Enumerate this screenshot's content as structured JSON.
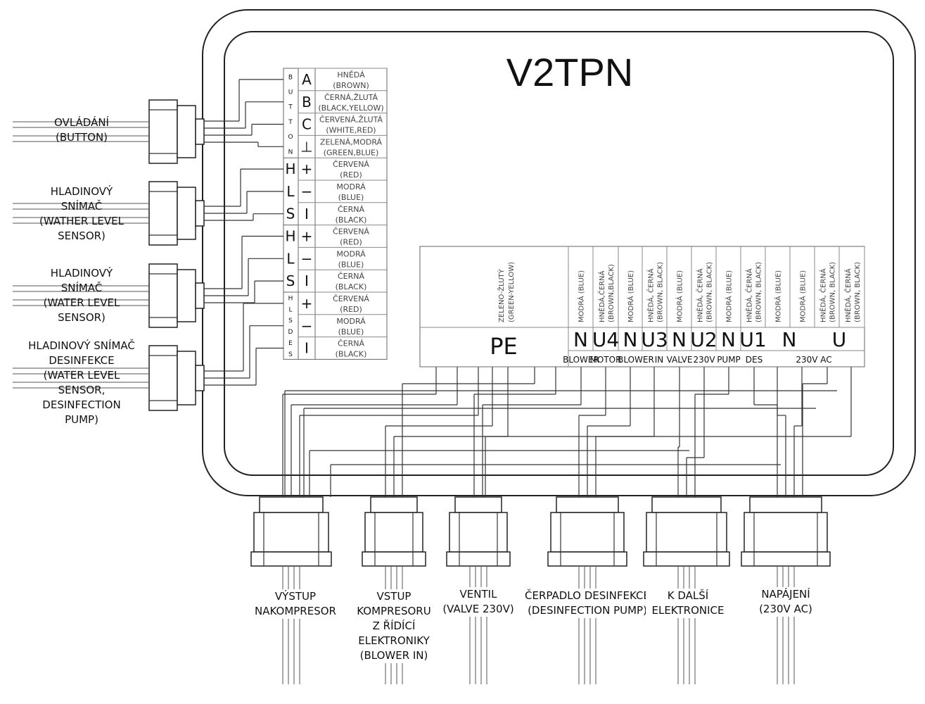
{
  "title": "V2TPN",
  "connectors_left": [
    {
      "label": "OVLÁDÁNÍ\n(BUTTON)"
    },
    {
      "label": "HLADINOVÝ\nSNÍMAČ\n(WATHER LEVEL\nSENSOR)"
    },
    {
      "label": "HLADINOVÝ\nSNÍMAČ\n(WATER LEVEL\nSENSOR)"
    },
    {
      "label": "HLADINOVÝ SNÍMAČ\nDESINFEKCE\n(WATER LEVEL\nSENSOR,\nDESINFECTION\nPUMP)"
    }
  ],
  "group_labels": [
    {
      "text": "BUTTON",
      "rows": [
        0,
        3
      ]
    },
    {
      "text": "HLS",
      "rows": [
        4,
        6
      ]
    },
    {
      "text": "HLS",
      "rows": [
        7,
        9
      ]
    },
    {
      "text": "HLSDES",
      "rows": [
        10,
        12
      ]
    }
  ],
  "left_terminals": [
    {
      "pin": "A",
      "line1": "HNĚDÁ",
      "line2": "(BROWN)"
    },
    {
      "pin": "B",
      "line1": "ČERNÁ,ŽLUTÁ",
      "line2": "(BLACK,YELLOW)"
    },
    {
      "pin": "C",
      "line1": "ČERVENÁ,ŽLUTÁ",
      "line2": "(WHITE,RED)"
    },
    {
      "pin": "⊥",
      "line1": "ZELENÁ,MODRÁ",
      "line2": "(GREEN,BLUE)"
    },
    {
      "pin": "+",
      "line1": "ČERVENÁ",
      "line2": "(RED)"
    },
    {
      "pin": "−",
      "line1": "MODRÁ",
      "line2": "(BLUE)"
    },
    {
      "pin": "I",
      "line1": "ČERNÁ",
      "line2": "(BLACK)"
    },
    {
      "pin": "+",
      "line1": "ČERVENÁ",
      "line2": "(RED)"
    },
    {
      "pin": "−",
      "line1": "MODRÁ",
      "line2": "(BLUE)"
    },
    {
      "pin": "I",
      "line1": "ČERNÁ",
      "line2": "(BLACK)"
    },
    {
      "pin": "+",
      "line1": "ČERVENÁ",
      "line2": "(RED)"
    },
    {
      "pin": "−",
      "line1": "MODRÁ",
      "line2": "(BLUE)"
    },
    {
      "pin": "I",
      "line1": "ČERNÁ",
      "line2": "(BLACK)"
    }
  ],
  "pe_terminal": {
    "label": "PE",
    "wire_line1": "ZELENO-ŽLUTÝ",
    "wire_line2": "(GREEN-YELLOW)"
  },
  "right_terminals": [
    {
      "pin": "N",
      "wire_line1": "MODRÁ (BLUE)",
      "wire_line2": ""
    },
    {
      "pin": "U4",
      "wire_line1": "HNĚDÁ,ČERNÁ",
      "wire_line2": "(BROWN,BLACK)"
    },
    {
      "pin": "N",
      "wire_line1": "MODRÁ (BLUE)",
      "wire_line2": ""
    },
    {
      "pin": "U3",
      "wire_line1": "HNĚDÁ, ČERNÁ",
      "wire_line2": "(BROWN, BLACK)"
    },
    {
      "pin": "N",
      "wire_line1": "MODRÁ (BLUE)",
      "wire_line2": ""
    },
    {
      "pin": "U2",
      "wire_line1": "HNĚDÁ, ČERNÁ",
      "wire_line2": "(BROWN, BLACK)"
    },
    {
      "pin": "N",
      "wire_line1": "MODRÁ (BLUE)",
      "wire_line2": ""
    },
    {
      "pin": "U1",
      "wire_line1": "HNĚDÁ, ČERNÁ",
      "wire_line2": "(BROWN, BLACK)"
    },
    {
      "pin": "",
      "wire_line1": "MODRÁ (BLUE)",
      "wire_line2": ""
    },
    {
      "pin": "",
      "wire_line1": "MODRÁ (BLUE)",
      "wire_line2": ""
    },
    {
      "pin": "",
      "wire_line1": "HNĚDÁ, ČERNÁ",
      "wire_line2": "(BROWN, BLACK)"
    },
    {
      "pin": "",
      "wire_line1": "HNĚDÁ, ČERNÁ",
      "wire_line2": "(BROWN, BLACK)"
    }
  ],
  "ac_pins": [
    "N",
    "U"
  ],
  "function_labels": [
    "BLOWER",
    "MOTOR",
    "BLOWER",
    "IN",
    "VALVE",
    "230V",
    "PUMP",
    "DES",
    "230V AC"
  ],
  "connectors_bottom": [
    {
      "label": "VÝSTUP\nNAKOMPRESOR"
    },
    {
      "label": "VSTUP\nKOMPRESORU\nZ ŘÍDÍCÍ\nELEKTRONIKY\n(BLOWER IN)"
    },
    {
      "label": "VENTIL\n(VALVE 230V)"
    },
    {
      "label": "ČERPADLO DESINFEKCE\n(DESINFECTION PUMP)"
    },
    {
      "label": "K DALŠÍ\nELEKTRONICE"
    },
    {
      "label": "NAPÁJENÍ\n(230V AC)"
    }
  ],
  "colors": {
    "line": "#1a1a1a",
    "grid": "#666666",
    "wire": "#333333"
  }
}
